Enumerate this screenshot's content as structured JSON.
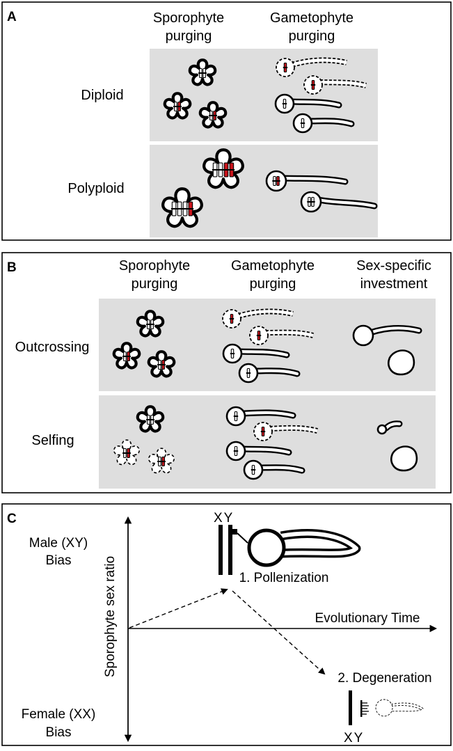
{
  "panel_a": {
    "letter": "A",
    "columns": [
      {
        "line1": "Sporophyte",
        "line2": "purging"
      },
      {
        "line1": "Gametophyte",
        "line2": "purging"
      }
    ],
    "rows": [
      "Diploid",
      "Polyploid"
    ]
  },
  "panel_b": {
    "letter": "B",
    "columns": [
      {
        "line1": "Sporophyte",
        "line2": "purging"
      },
      {
        "line1": "Gametophyte",
        "line2": "purging"
      },
      {
        "line1": "Sex-specific",
        "line2": "investment"
      }
    ],
    "rows": [
      "Outcrossing",
      "Selfing"
    ]
  },
  "panel_c": {
    "letter": "C",
    "y_axis_label": "Sporophyte sex ratio",
    "x_axis_label": "Evolutionary Time",
    "top_label_line1": "Male (XY)",
    "top_label_line2": "Bias",
    "bottom_label_line1": "Female (XX)",
    "bottom_label_line2": "Bias",
    "stage1": "1. Pollenization",
    "stage2": "2. Degeneration",
    "xy_top": "XY",
    "xy_bottom": "XY"
  },
  "colors": {
    "red": "#c8141c",
    "panel_bg": "#dedede"
  }
}
